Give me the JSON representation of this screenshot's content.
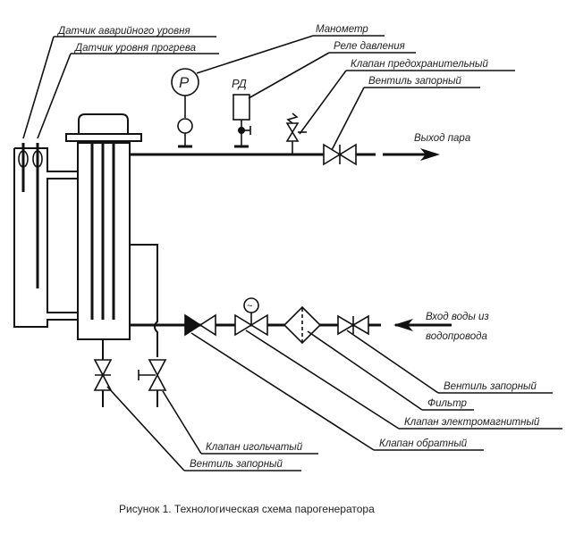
{
  "labels": {
    "emergency_level_sensor": "Датчик аварийного уровня",
    "heating_level_sensor": "Датчик уровня прогрева",
    "manometer": "Манометр",
    "pressure_relay": "Реле давления",
    "safety_valve": "Клапан предохранительный",
    "shutoff_valve_top": "Вентиль запорный",
    "steam_outlet": "Выход пара",
    "water_inlet_line1": "Вход воды из",
    "water_inlet_line2": "водопровода",
    "shutoff_valve_right": "Вентиль запорный",
    "filter": "Фильтр",
    "solenoid_valve": "Клапан электромагнитный",
    "check_valve": "Клапан обратный",
    "needle_valve": "Клапан игольчатый",
    "shutoff_valve_bottom": "Вентиль запорный",
    "manometer_symbol": "P",
    "pressure_relay_symbol": "РД",
    "solenoid_symbol": "~"
  },
  "caption": "Рисунок 1. Технологическая схема парогенератора"
}
